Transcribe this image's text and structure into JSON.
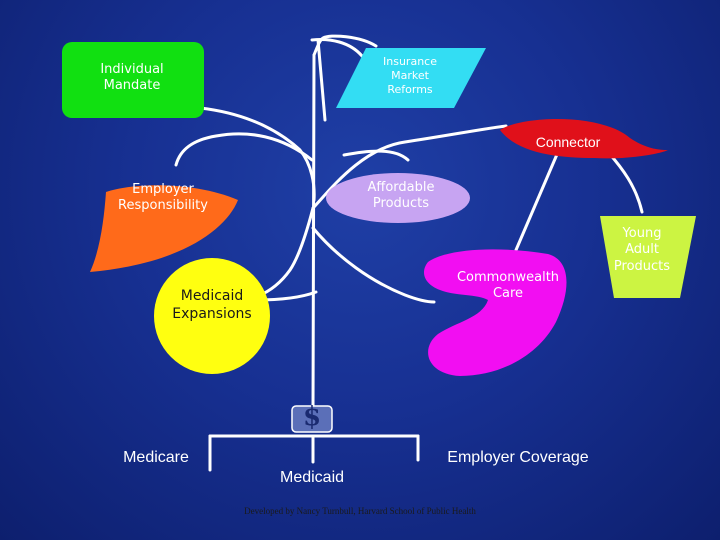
{
  "diagram": {
    "nodes": {
      "individual_mandate": "Individual\nMandate",
      "insurance_reforms": "Insurance\nMarket\nReforms",
      "connector": "Connector",
      "employer_responsibility": "Employer\nResponsibility",
      "affordable_products": "Affordable\nProducts",
      "young_adult_products": "Young\nAdult\nProducts",
      "commonwealth_care": "Commonwealth\nCare",
      "medicaid_expansions": "Medicaid\nExpansions"
    },
    "hanging": {
      "dollar_symbol": "$",
      "medicare": "Medicare",
      "medicaid": "Medicaid",
      "employer_coverage": "Employer Coverage"
    },
    "footer": "Developed by Nancy Turnbull, Harvard School of Public Health"
  },
  "colors": {
    "background": "#1a3594",
    "individual_mandate": "#11e011",
    "insurance_reforms": "#33ddf3",
    "connector": "#e0101a",
    "employer_responsibility": "#ff6a1a",
    "affordable_products": "#c7a4f2",
    "young_adult_products": "#ccf442",
    "commonwealth_care": "#f20ef2",
    "medicaid_expansions": "#ffff10",
    "strings": "#ffffff"
  },
  "icons": {
    "dollar": "dollar-sign-icon"
  }
}
